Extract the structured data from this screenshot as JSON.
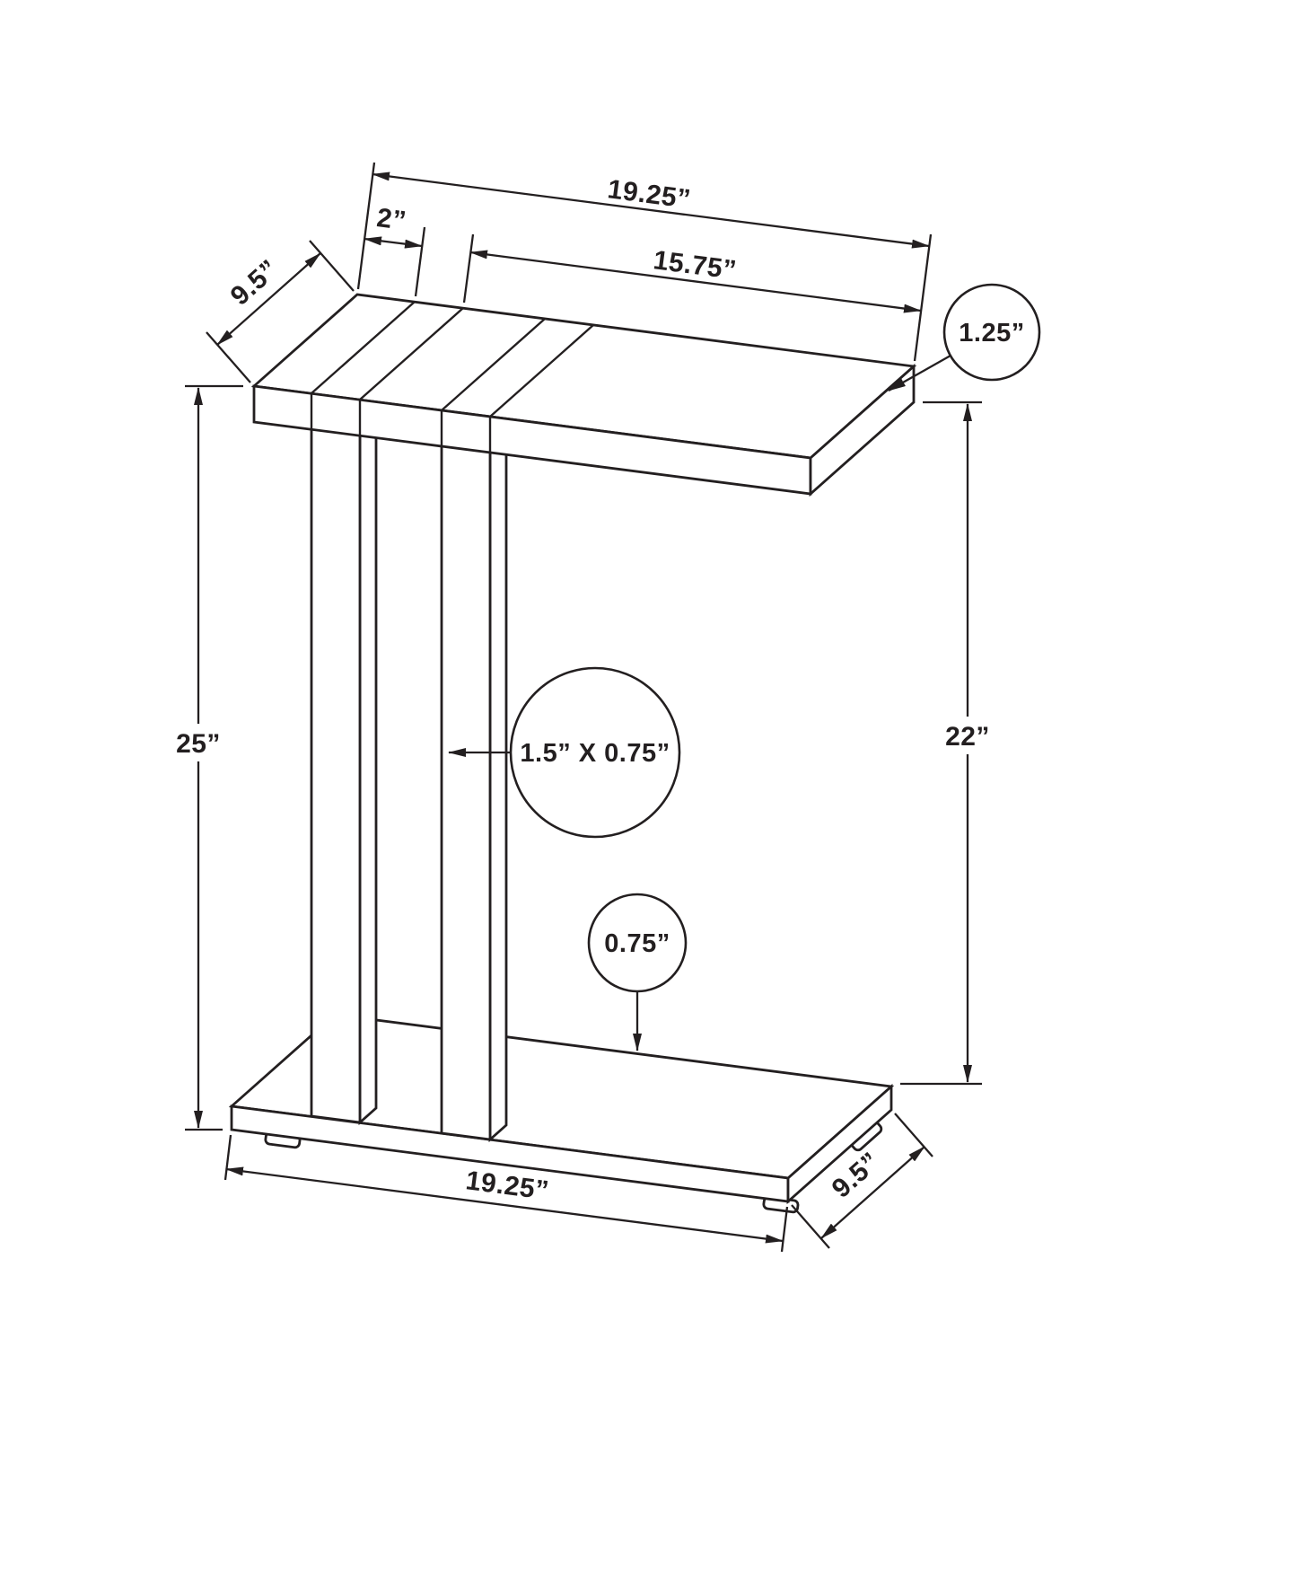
{
  "diagram": {
    "name": "c-shaped-accent-table-dimension-drawing",
    "line_color": "#231f20",
    "background_color": "#ffffff",
    "labels": {
      "top_length": "19.25”",
      "top_leg_offset": "2”",
      "top_clear_length": "15.75”",
      "top_depth": "9.5”",
      "top_thickness": "1.25”",
      "overall_height": "25”",
      "inner_height": "22”",
      "leg_profile": "1.5” X 0.75”",
      "base_thickness": "0.75”",
      "base_length": "19.25”",
      "base_depth": "9.5”"
    }
  }
}
